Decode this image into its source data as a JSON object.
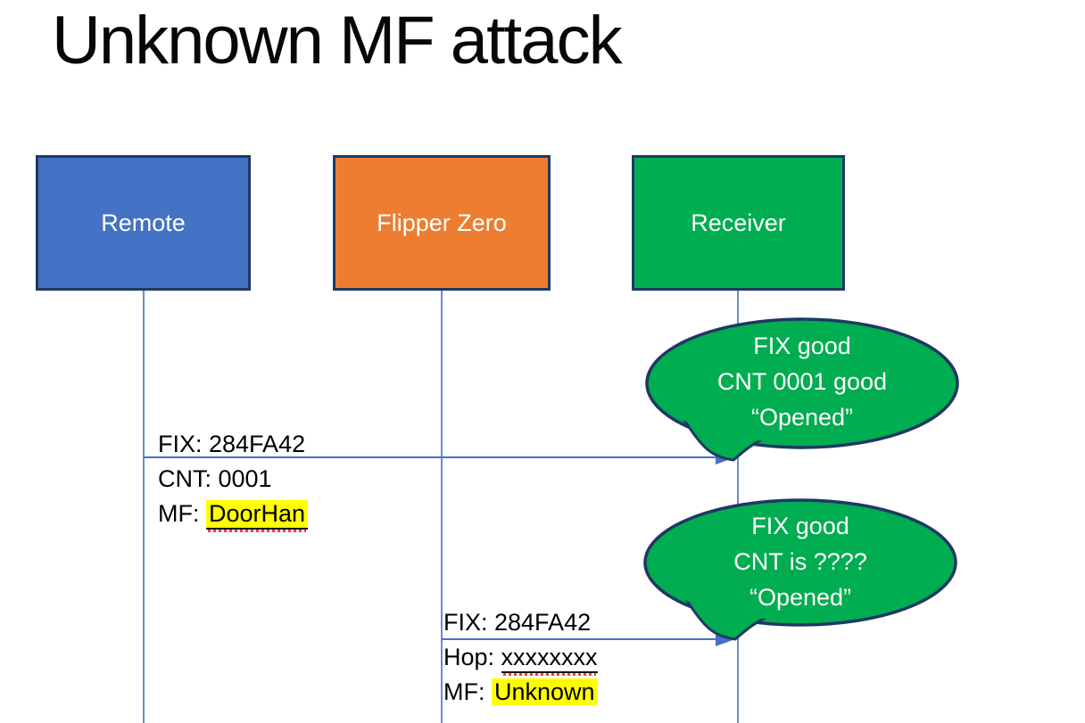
{
  "title": "Unknown MF attack",
  "actors": [
    {
      "label": "Remote"
    },
    {
      "label": "Flipper Zero"
    },
    {
      "label": "Receiver"
    }
  ],
  "message1": {
    "from": "Remote",
    "to": "Receiver",
    "line1": "FIX: 284FA42",
    "line2": "CNT: 0001",
    "line3_prefix": "MF: ",
    "line3_value": "DoorHan"
  },
  "message2": {
    "from": "Flipper Zero",
    "to": "Receiver",
    "line1": "FIX: 284FA42",
    "line2_prefix": "Hop: ",
    "line2_value": "xxxxxxxx",
    "line3_prefix": "MF: ",
    "line3_value": "Unknown"
  },
  "bubble1": {
    "line1": "FIX good",
    "line2": "CNT 0001 good",
    "line3": "“Opened”"
  },
  "bubble2": {
    "line1": "FIX good",
    "line2": "CNT is ????",
    "line3": "“Opened”"
  },
  "colors": {
    "remote_fill": "#4472C4",
    "flipper_fill": "#ED7D31",
    "receiver_fill": "#00AD50",
    "bubble_fill": "#00AD50",
    "shape_border": "#1F3864",
    "line_blue": "#4472C4",
    "highlight": "#FFFF00",
    "misspell_red": "#FF3B2F",
    "title_text": "#070707",
    "bubble_text": "#FFFFFF"
  }
}
